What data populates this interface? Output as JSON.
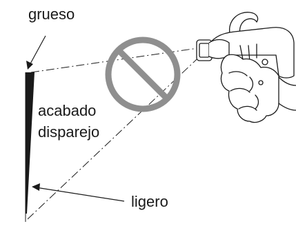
{
  "labels": {
    "heavy": "grueso",
    "uneven_line1": "acabado",
    "uneven_line2": "disparejo",
    "light": "ligero"
  },
  "icons": {
    "prohibition": "prohibition-icon",
    "spray_gun": "spray-gun-hand-icon"
  },
  "colors": {
    "prohibition": "#8f8f8f",
    "ink": "#1a1a1a"
  }
}
